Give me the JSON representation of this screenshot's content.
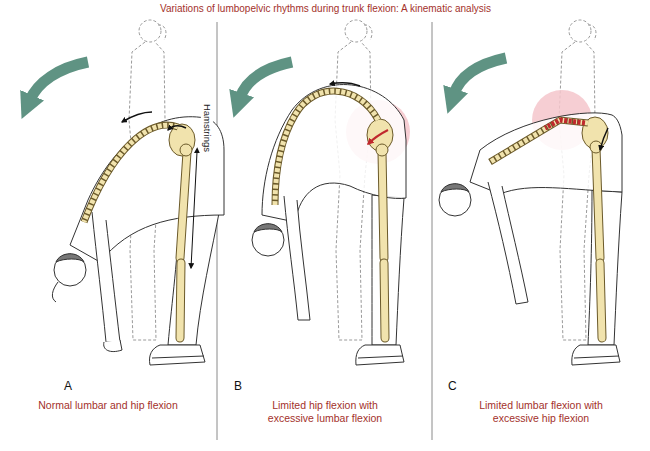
{
  "diagram": {
    "title": "Variations of lumbopelvic rhythms during trunk flexion: A kinematic analysis",
    "labels": [
      "Hamstrings",
      "A",
      "Normal lumbar and hip flexion",
      "B",
      "Limited hip flexion with excessive lumbar flexion",
      "C",
      "Limited lumbar flexion with excessive hip flexion"
    ]
  }
}
